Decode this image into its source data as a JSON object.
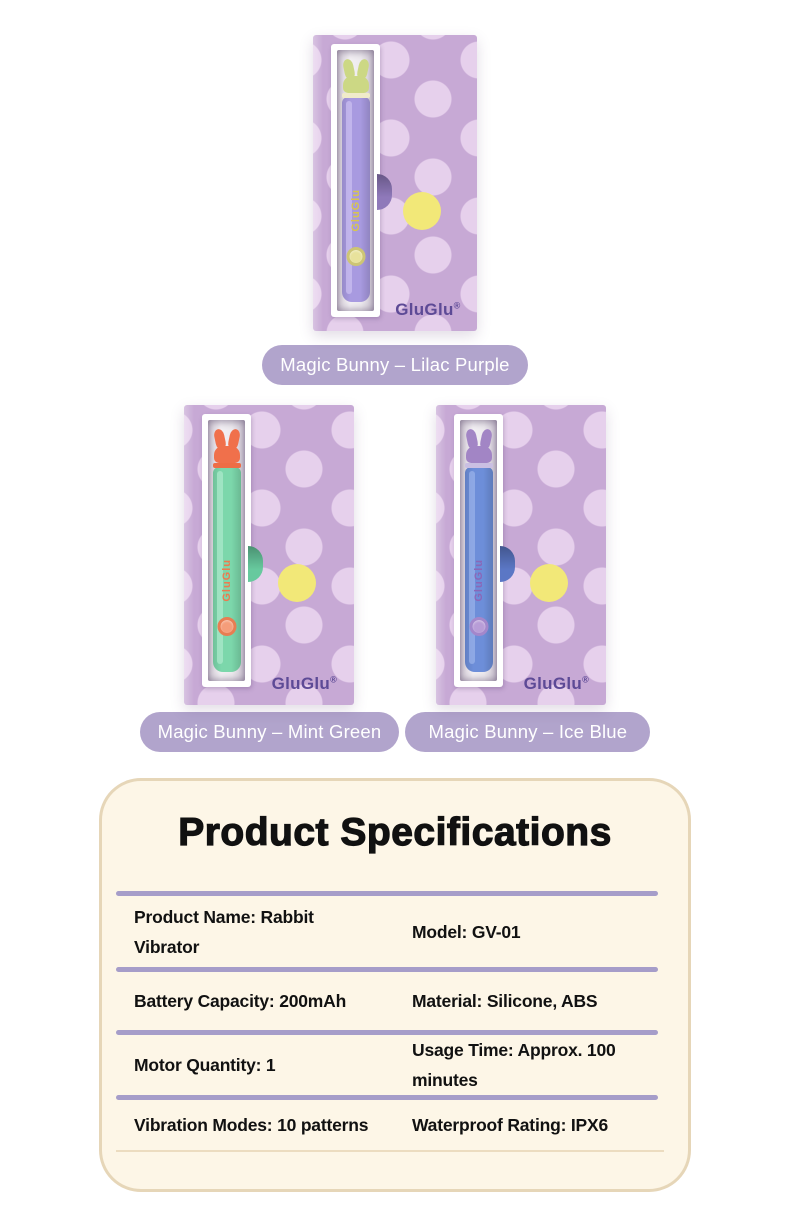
{
  "brand": {
    "logo": "GluGlu",
    "registered": "®"
  },
  "products": [
    {
      "id": "lilac-purple",
      "label": "Magic Bunny – Lilac Purple",
      "colors": {
        "body": "#a89ae0",
        "bodyhi": "#c9bdf0",
        "head": "#ccd884",
        "ring": "#f0ebca",
        "btn": "#e8e29c",
        "btnring": "#cdc575",
        "txt": "#d8c64e",
        "tab": "#8f79ba"
      }
    },
    {
      "id": "mint-green",
      "label": "Magic Bunny – Mint Green",
      "colors": {
        "body": "#7cd7ab",
        "bodyhi": "#abe8cb",
        "head": "#f0704b",
        "ring": "#ee6d46",
        "btn": "#f59d7a",
        "btnring": "#e87d52",
        "txt": "#ee7a4f",
        "tab": "#67c99e"
      }
    },
    {
      "id": "ice-blue",
      "label": "Magic Bunny – Ice Blue",
      "colors": {
        "body": "#6d8ed9",
        "bodyhi": "#98b0e8",
        "head": "#a285c5",
        "ring": "#cabfe2",
        "btn": "#b89dd7",
        "btnring": "#a387cb",
        "txt": "#8a67b8",
        "tab": "#5b77c5"
      }
    }
  ],
  "theme": {
    "boxbg": "#c7a9d5",
    "dot": "#e6d0ec",
    "accentdot": "#f2e878",
    "logocolor": "#5d4a96",
    "pillbg": "#b1a4cc",
    "pilltext": "#ffffff",
    "cardbg": "#fdf6e7",
    "cardborder": "#e6d6b8",
    "divider": "#a69dc9",
    "dividerfaint": "#ecdcc0",
    "textcolor": "#111111"
  },
  "specifications": {
    "title": "Product Specifications",
    "rows": [
      {
        "left": "Product Name: Rabbit Vibrator",
        "right": "Model: GV-01"
      },
      {
        "left": "Battery Capacity: 200mAh",
        "right": "Material: Silicone, ABS"
      },
      {
        "left": "Motor Quantity: 1",
        "right": "Usage Time: Approx. 100 minutes"
      },
      {
        "left": "Vibration Modes: 10 patterns",
        "right": "Waterproof Rating: IPX6"
      }
    ]
  }
}
